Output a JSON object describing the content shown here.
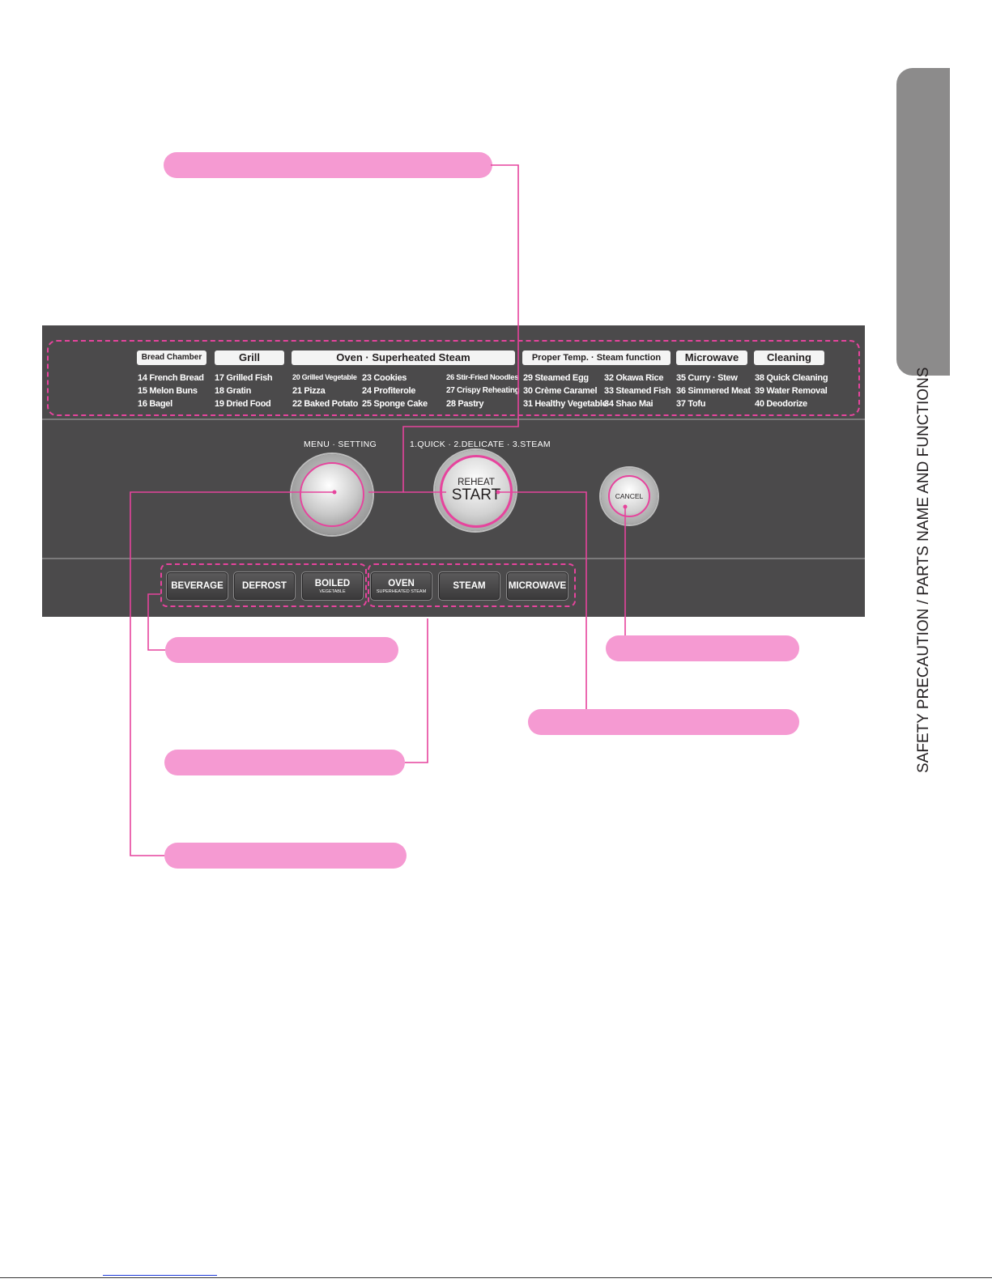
{
  "side_caption": "SAFETY PRECAUTION / PARTS NAME AND FUNCTIONS",
  "colors": {
    "accent": "#e6449d",
    "callout": "#f59ad2",
    "panel": "#4b4a4b",
    "tab": "#8c8b8b"
  },
  "categories": [
    {
      "label": "Bread Chamber",
      "items": [
        "14 French Bread",
        "15 Melon Buns",
        "16 Bagel"
      ]
    },
    {
      "label": "Grill",
      "items": [
        "17 Grilled Fish",
        "18 Gratin",
        "19 Dried Food"
      ]
    },
    {
      "label": "Oven · Superheated Steam",
      "col1": [
        "20 Grilled Vegetable",
        "21 Pizza",
        "22 Baked Potato"
      ],
      "col2": [
        "23 Cookies",
        "24 Profiterole",
        "25 Sponge Cake"
      ],
      "col3": [
        "26 Stir-Fried Noodles",
        "27 Crispy Reheating",
        "28 Pastry"
      ]
    },
    {
      "label": "Proper Temp. · Steam function",
      "col1": [
        "29 Steamed Egg",
        "30 Crème Caramel",
        "31 Healthy Vegetable"
      ],
      "col2": [
        "32 Okawa Rice",
        "33 Steamed Fish",
        "34 Shao Mai"
      ]
    },
    {
      "label": "Microwave",
      "items": [
        "35 Curry · Stew",
        "36 Simmered Meat",
        "37 Tofu"
      ]
    },
    {
      "label": "Cleaning",
      "items": [
        "38 Quick Cleaning",
        "39 Water Removal",
        "40 Deodorize"
      ]
    }
  ],
  "controls": {
    "menu_label": "MENU · SETTING",
    "reheat_modes": "1.QUICK · 2.DELICATE · 3.STEAM",
    "reheat": "REHEAT",
    "start": "START",
    "cancel": "CANCEL"
  },
  "keys": [
    {
      "label": "BEVERAGE",
      "sub": ""
    },
    {
      "label": "DEFROST",
      "sub": ""
    },
    {
      "label": "BOILED",
      "sub": "VEGETABLE"
    },
    {
      "label": "OVEN",
      "sub": "SUPERHEATED STEAM"
    },
    {
      "label": "STEAM",
      "sub": ""
    },
    {
      "label": "MICROWAVE",
      "sub": ""
    }
  ]
}
